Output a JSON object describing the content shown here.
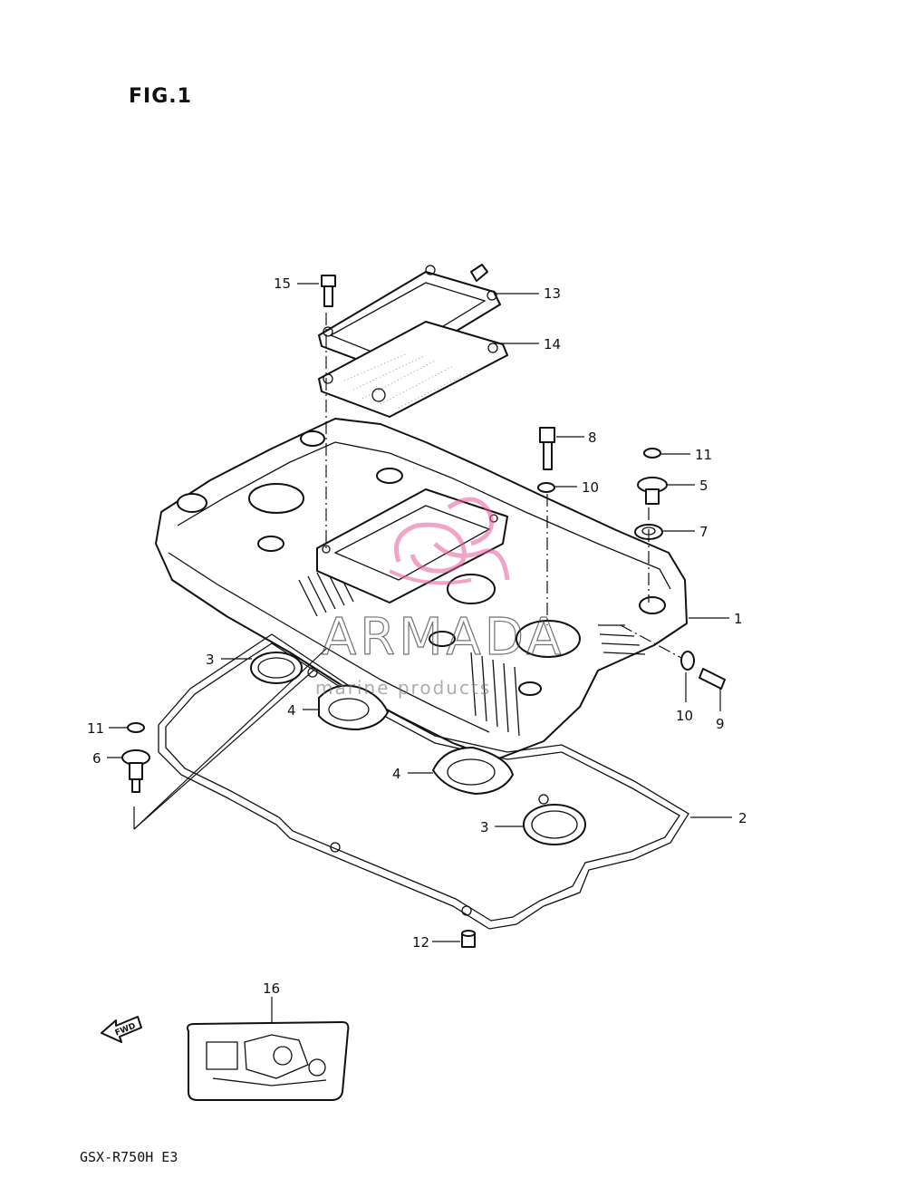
{
  "figure": {
    "title": "FIG.1"
  },
  "model": "GSX-R750H E3",
  "watermark": {
    "brand": "ARMADA",
    "tagline": "marine products"
  },
  "fwd_arrow": "FWD",
  "callouts": [
    {
      "id": "c15",
      "label": "15"
    },
    {
      "id": "c13",
      "label": "13"
    },
    {
      "id": "c14",
      "label": "14"
    },
    {
      "id": "c8",
      "label": "8"
    },
    {
      "id": "c11a",
      "label": "11"
    },
    {
      "id": "c10a",
      "label": "10"
    },
    {
      "id": "c5",
      "label": "5"
    },
    {
      "id": "c7",
      "label": "7"
    },
    {
      "id": "c1",
      "label": "1"
    },
    {
      "id": "c3a",
      "label": "3"
    },
    {
      "id": "c10b",
      "label": "10"
    },
    {
      "id": "c9",
      "label": "9"
    },
    {
      "id": "c4a",
      "label": "4"
    },
    {
      "id": "c11b",
      "label": "11"
    },
    {
      "id": "c6",
      "label": "6"
    },
    {
      "id": "c4b",
      "label": "4"
    },
    {
      "id": "c2",
      "label": "2"
    },
    {
      "id": "c3b",
      "label": "3"
    },
    {
      "id": "c12",
      "label": "12"
    },
    {
      "id": "c16",
      "label": "16"
    }
  ]
}
